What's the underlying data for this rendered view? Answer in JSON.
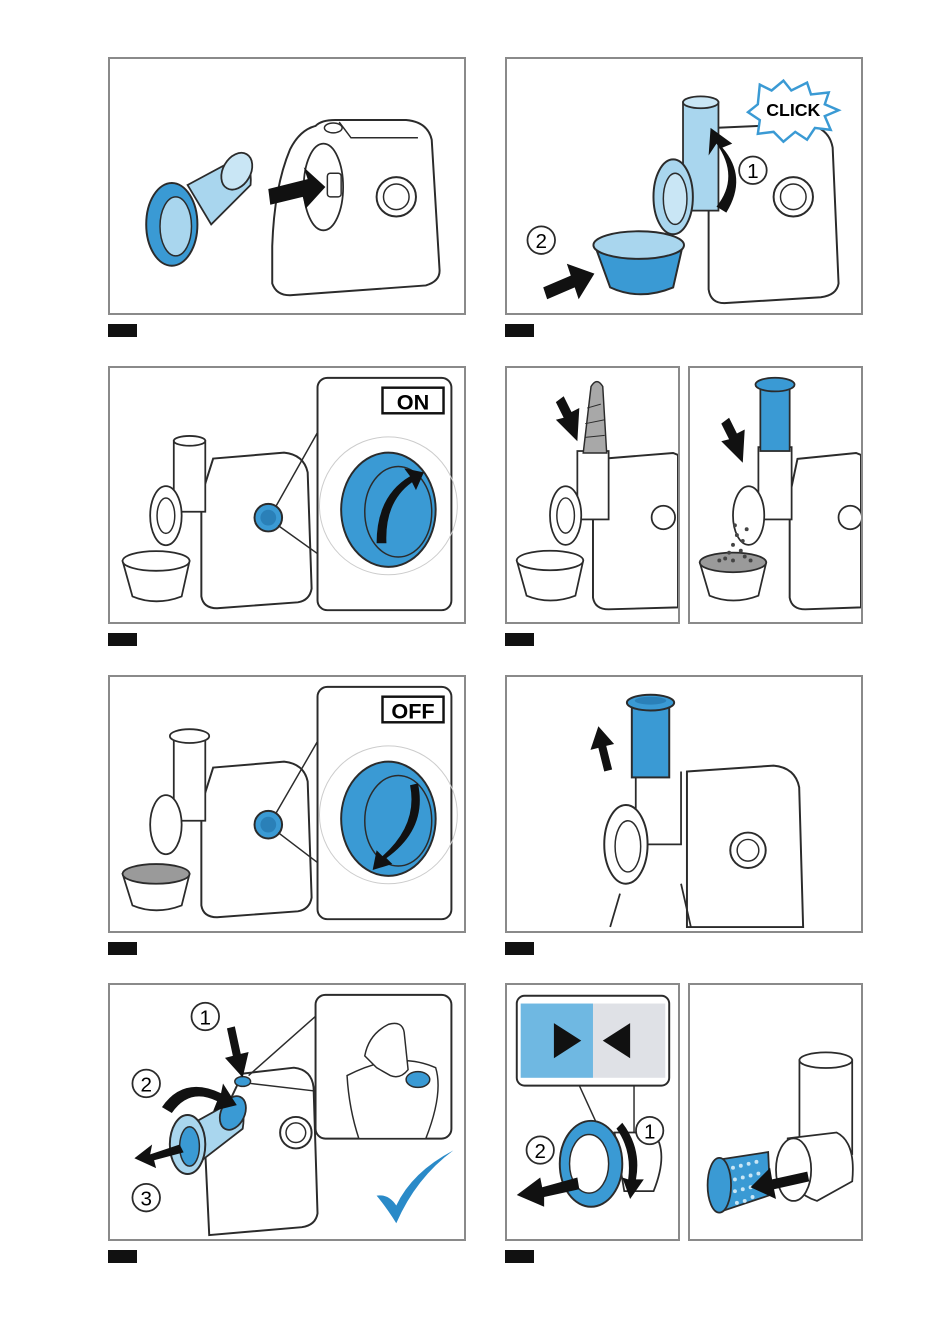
{
  "labels": {
    "click": "CLICK",
    "on": "ON",
    "off": "OFF"
  },
  "callouts": {
    "p2_step1": "1",
    "p2_step2": "2",
    "p7_step1": "1",
    "p7_step2": "2",
    "p7_step3": "3",
    "p8_step1": "1",
    "p8_step2": "2"
  },
  "colors": {
    "accent_blue": "#3a9ad4",
    "light_blue": "#a9d6ee",
    "line": "#2b2b2b",
    "frame": "#8a8a8a",
    "check_blue": "#2a8ac8"
  }
}
